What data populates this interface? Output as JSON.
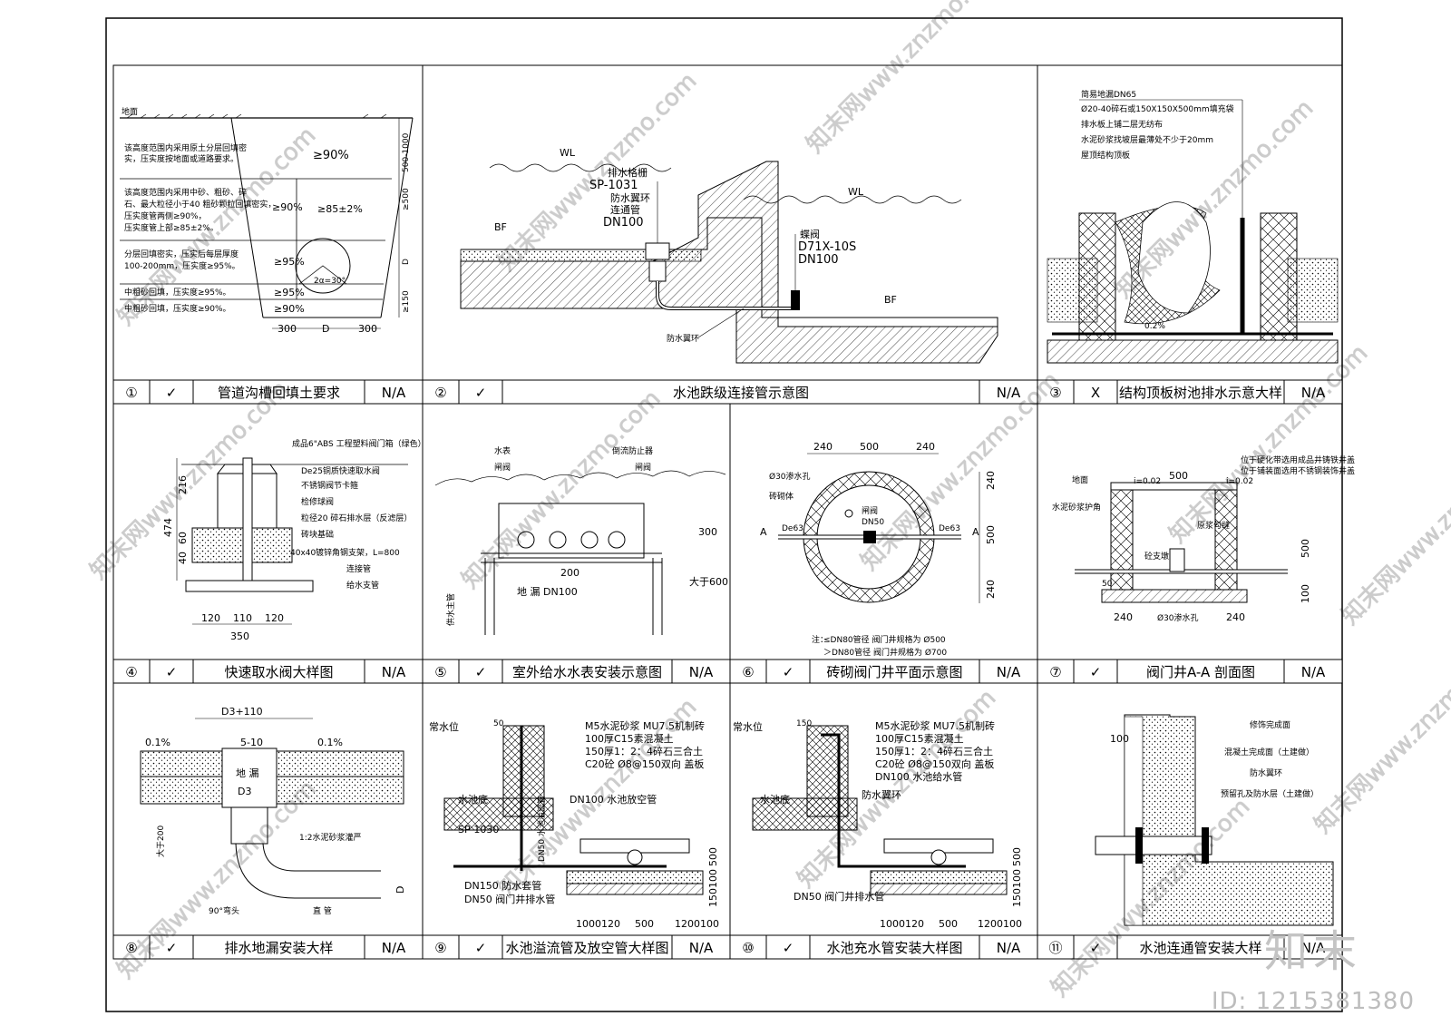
{
  "panels": [
    {
      "num": "①",
      "status": "✓",
      "title": "管道沟槽回填土要求",
      "scale": "N/A"
    },
    {
      "num": "②",
      "status": "✓",
      "title": "水池跌级连接管示意图",
      "scale": "N/A"
    },
    {
      "num": "③",
      "status": "X",
      "title": "结构顶板树池排水示意大样",
      "scale": "N/A"
    },
    {
      "num": "④",
      "status": "✓",
      "title": "快速取水阀大样图",
      "scale": "N/A"
    },
    {
      "num": "⑤",
      "status": "✓",
      "title": "室外给水水表安装示意图",
      "scale": "N/A"
    },
    {
      "num": "⑥",
      "status": "✓",
      "title": "砖砌阀门井平面示意图",
      "scale": "N/A"
    },
    {
      "num": "⑦",
      "status": "✓",
      "title": "阀门井A-A 剖面图",
      "scale": "N/A"
    },
    {
      "num": "⑧",
      "status": "✓",
      "title": "排水地漏安装大样",
      "scale": "N/A"
    },
    {
      "num": "⑨",
      "status": "✓",
      "title": "水池溢流管及放空管大样图",
      "scale": "N/A"
    },
    {
      "num": "⑩",
      "status": "✓",
      "title": "水池充水管安装大样图",
      "scale": "N/A"
    },
    {
      "num": "⑪",
      "status": "✓",
      "title": "水池连通管安装大样",
      "scale": "N/A"
    }
  ],
  "d1": {
    "ground": "地面",
    "p90": "≥90%",
    "p90b": "≥90%",
    "p85": "≥85±2%",
    "p95": "≥95%",
    "p95b": "≥95%",
    "p90c": "≥90%",
    "note1a": "该高度范围内采用原土分层回填密",
    "note1b": "实，压实度按地面或道路要求。",
    "note2a": "该高度范围内采用中砂、粗砂、碎",
    "note2b": "石、最大粒径小于40 粗砂颗粒回填密实，",
    "note2c": "压实度管两侧≥90%，",
    "note2d": "压实度管上部≥85±2%。",
    "note3a": "分层回填密实，压实后每层厚度",
    "note3b": "100-200mm，压实度≥95%。",
    "note4": "中粗砂回填，压实度≥95%。",
    "note5": "中粗砂回填，压实度≥90%。",
    "dim1": "500-1000",
    "dim2": "≥500",
    "dim3": "D",
    "dim4": "≥150",
    "angle": "2α=30°",
    "b300a": "300",
    "bD": "D",
    "b300b": "300"
  },
  "d2": {
    "wl1": "WL",
    "wl2": "WL",
    "bf1": "BF",
    "bf2": "BF",
    "n1": "排水格栅",
    "n2": "SP-1031",
    "n3": "防水翼环",
    "n4": "连通管",
    "n5": "DN100",
    "v1": "蝶阀",
    "v2": "D71X-10S",
    "v3": "DN100",
    "ring": "防水翼环"
  },
  "d3": {
    "n1": "简易地漏DN65",
    "n2": "Ø20-40碎石或150X150X500mm填充袋",
    "n3": "排水板上铺二层无纺布",
    "n4": "水泥砂浆找坡层最薄处不少于20mm",
    "n5": "屋顶结构顶板",
    "slope": "0.2%"
  },
  "d4": {
    "n1": "成品6\"ABS  工程塑料阀门箱（绿色）",
    "n2": "De25铜质快速取水阀",
    "n3": "不锈钢阀节卡箍",
    "n4": "检修球阀",
    "n5": "粒径20 碎石排水层（反滤层）",
    "n6": "砖块基础",
    "n7": "镀锌角钢支架，L=800",
    "n7a": "40x40",
    "n8": "连接管",
    "n9": "给水支管",
    "v474": "474",
    "v216": "216",
    "v60": "60",
    "v40": "40",
    "b120a": "120",
    "b110": "110",
    "b120b": "120",
    "b350": "350"
  },
  "d5": {
    "n1": "水表",
    "n2": "闸阀",
    "n3": "倒流防止器",
    "n4": "闸阀",
    "v300": "300",
    "v200": "200",
    "floor": "地 漏 DN100",
    "v600": "大于600",
    "main": "供水主管"
  },
  "d6": {
    "t240a": "240",
    "t500": "500",
    "t240b": "240",
    "hole": "Ø30渗水孔",
    "brick": "砖砌体",
    "valve": "闸阀",
    "dn": "DN50",
    "de1": "De63",
    "de2": "De63",
    "r240a": "240",
    "r500": "500",
    "r240b": "240",
    "a1": "A",
    "a2": "A",
    "note0": "注：",
    "note1": "≤DN80管径  阀门井规格为 Ø500",
    "note2": "＞DN80管径  阀门井规格为 Ø700"
  },
  "d7": {
    "n1": "位于硬化带选用成品井铸铁井盖",
    "n2": "位于铺装面选用不锈钢装饰井盖",
    "ground": "地面",
    "i1": "i=0.02",
    "i2": "i=0.02",
    "t500": "500",
    "mortar": "水泥砂浆护角",
    "seam": "原浆勾缝",
    "block": "砼支墩",
    "v500": "500",
    "v50": "50",
    "v100": "100",
    "b240a": "240",
    "hole": "Ø30渗水孔",
    "b240b": "240"
  },
  "d8": {
    "top": "D3+110",
    "s1": "0.1%",
    "s2": "0.1%",
    "gap": "5-10",
    "drain": "地 漏",
    "d3": "D3",
    "mortar": "1:2水泥砂浆灌严",
    "v200": "大于200",
    "elbow": "90°弯头",
    "pipe": "直 管",
    "d": "D"
  },
  "d9": {
    "m1": "M5水泥砂浆 MU7.5机制砖",
    "m2": "100厚C15素混凝土",
    "m3": "150厚1：2：4碎石三合土",
    "m4": "C20砼 Ø8@150双向 盖板",
    "wl": "常水位",
    "bottom": "水池底",
    "sp": "SP-1030",
    "v50": "50",
    "overflow": "DN50 水池溢流管",
    "empty": "DN100 水池放空管",
    "dn150": "DN150 防水套管",
    "dn50": "DN50 阀门井排水管",
    "v500": "500",
    "v1500": "150100",
    "b1": "100",
    "b2": "1000120",
    "b3": "500",
    "b4": "1200100"
  },
  "d10": {
    "m1": "M5水泥砂浆 MU7.5机制砖",
    "m2": "100厚C15素混凝土",
    "m3": "150厚1：2：4碎石三合土",
    "m4": "C20砼 Ø8@150双向 盖板",
    "m5": "DN100 水池给水管",
    "wl": "常水位",
    "ring": "防水翼环",
    "bottom": "水池底",
    "v150": "150",
    "dn50": "DN50 阀门井排水管",
    "v500": "500",
    "v1500": "150100",
    "b2": "1000120",
    "b3": "500",
    "b4": "1200100"
  },
  "d11": {
    "n1": "修饰完成面",
    "n2": "混凝土完成面（土建做）",
    "n3": "防水翼环",
    "n4": "预留孔及防水层（土建做）",
    "v100": "100"
  },
  "stamp": {
    "logo": "知末",
    "id": "ID: 1215381380"
  },
  "watermark": "知末网www.znzmo.com"
}
